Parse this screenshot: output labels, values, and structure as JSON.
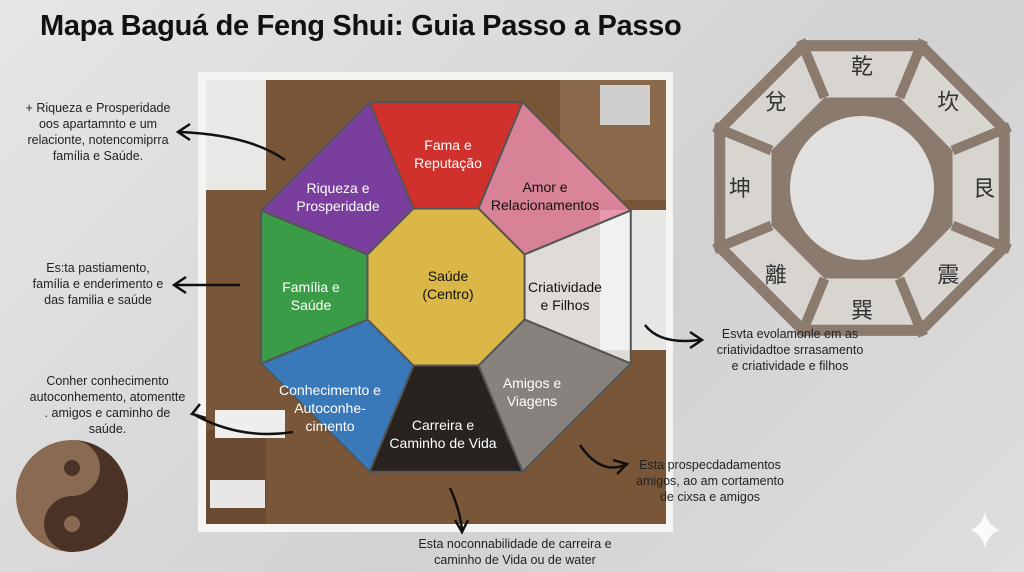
{
  "title": "Mapa Baguá de Feng Shui: Guia Passo a Passo",
  "segments": [
    {
      "id": "fama",
      "line1": "Fama e",
      "line2": "Reputação",
      "color": "#e02a2a"
    },
    {
      "id": "amor",
      "line1": "Amor e",
      "line2": "Relacionamentos",
      "color": "#e98aa8"
    },
    {
      "id": "criatividade",
      "line1": "Criatividade",
      "line2": "e Filhos",
      "color": "#f2f2f2"
    },
    {
      "id": "amigos",
      "line1": "Amigos e",
      "line2": "Viagens",
      "color": "#8a8a8a"
    },
    {
      "id": "carreira",
      "line1": "Carreira e",
      "line2": "Caminho de Vida",
      "color": "#1a1a1a"
    },
    {
      "id": "conhecimento",
      "line1": "Conhecimento e",
      "line2": "Autoconhe-",
      "line3": "cimento",
      "color": "#2f7fd0"
    },
    {
      "id": "familia",
      "line1": "Família e",
      "line2": "Saúde",
      "color": "#2fa84a"
    },
    {
      "id": "riqueza",
      "line1": "Riqueza e",
      "line2": "Prosperidade",
      "color": "#7a3ab0"
    }
  ],
  "center": {
    "line1": "Saúde",
    "line2": "(Centro)",
    "color": "#e6c24a"
  },
  "notes": {
    "riqueza": "+ Riqueza e Prosperidade\noos apartamnto e um\nrelacionte, notencomiprra\nfamília e Saúde.",
    "familia": "Es:ta pastiamento,\nfamília e enderimento e\ndas familia e saúde",
    "conhecimento": "Conher conhecimento\nautoconhemento, atomentte\n. amigos e caminho de\nsaúde.",
    "criatividade": "Esvta evolamonle em as\ncriatividadtoe srrasamento\ne criatividade e filhos",
    "amigos": "Esta prospecdadamentos\namigos, ao am cortamento\nde cixsa e amigos",
    "carreira": "Esta noconnabilidade de carreira e\ncaminho de Vida ou de water"
  },
  "bagua_chars": [
    "乾",
    "坎",
    "艮",
    "震",
    "巽",
    "離",
    "坤",
    "兌"
  ],
  "icons": {
    "sparkle": "sparkle-icon",
    "yin_yang": "yin-yang-icon"
  }
}
